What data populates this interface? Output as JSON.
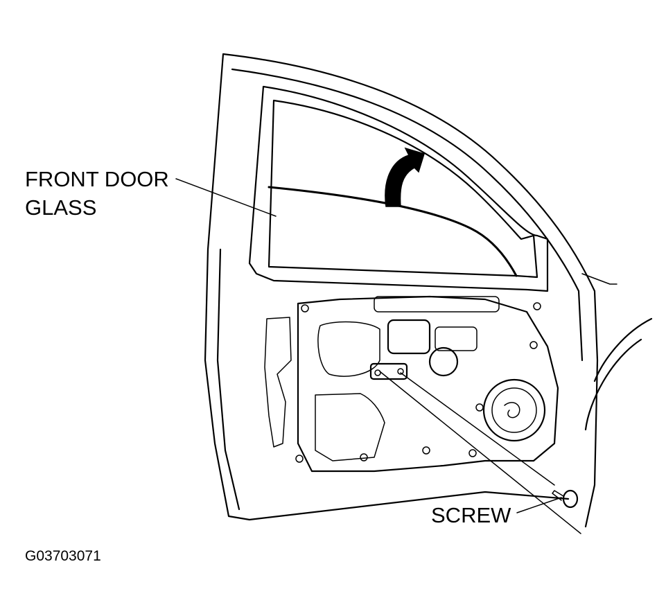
{
  "labels": {
    "glass_line1": "FRONT DOOR",
    "glass_line2": "GLASS",
    "screw": "SCREW",
    "figure_id": "G03703071"
  },
  "colors": {
    "ink": "#000000",
    "background": "#ffffff"
  }
}
